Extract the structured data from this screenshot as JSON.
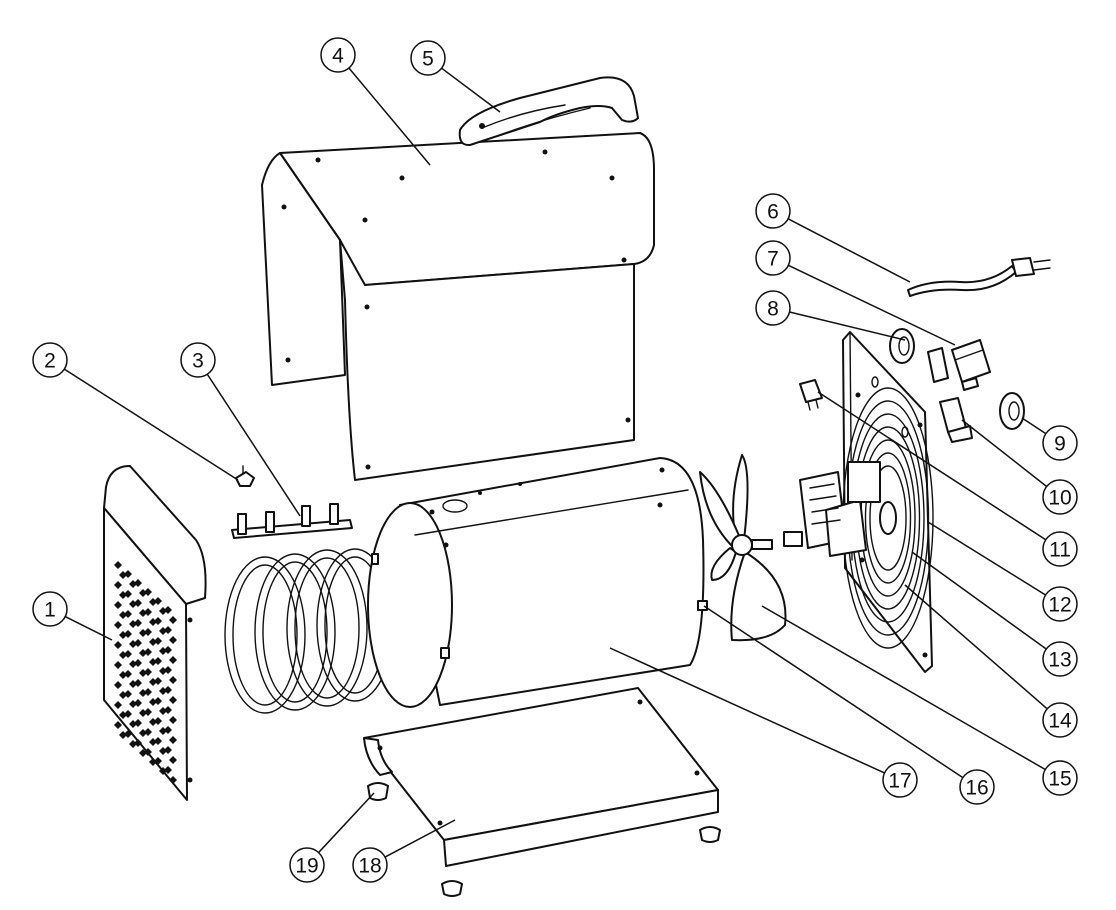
{
  "callouts": [
    {
      "label": "1"
    },
    {
      "label": "2"
    },
    {
      "label": "3"
    },
    {
      "label": "4"
    },
    {
      "label": "5"
    },
    {
      "label": "6"
    },
    {
      "label": "7"
    },
    {
      "label": "8"
    },
    {
      "label": "9"
    },
    {
      "label": "10"
    },
    {
      "label": "11"
    },
    {
      "label": "12"
    },
    {
      "label": "13"
    },
    {
      "label": "14"
    },
    {
      "label": "15"
    },
    {
      "label": "16"
    },
    {
      "label": "17"
    },
    {
      "label": "18"
    },
    {
      "label": "19"
    }
  ],
  "colors": {
    "line": "#111111",
    "background": "#ffffff"
  }
}
